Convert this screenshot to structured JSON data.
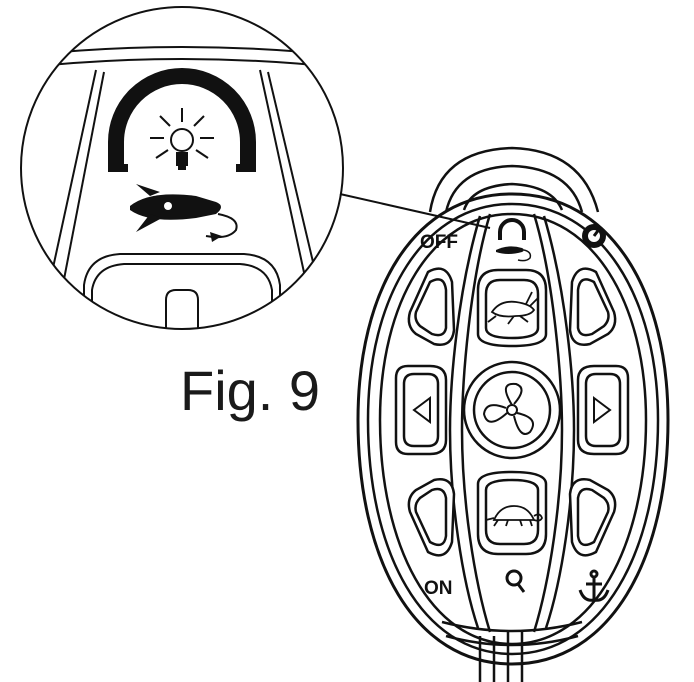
{
  "figure": {
    "caption": "Fig. 9"
  },
  "remote": {
    "labels": {
      "off": "OFF",
      "on": "ON"
    },
    "buttons": [
      {
        "id": "speed-light",
        "icon": "speedometer-light-rocket-icon"
      },
      {
        "id": "power-top-right",
        "icon": "power-dial-icon"
      },
      {
        "id": "fast",
        "icon": "rabbit-icon"
      },
      {
        "id": "slow",
        "icon": "turtle-icon"
      },
      {
        "id": "prop",
        "icon": "propeller-icon"
      },
      {
        "id": "left",
        "icon": "arrow-left-icon"
      },
      {
        "id": "right",
        "icon": "arrow-right-icon"
      },
      {
        "id": "upper-left",
        "icon": "blank"
      },
      {
        "id": "upper-right",
        "icon": "blank"
      },
      {
        "id": "lower-left",
        "icon": "blank"
      },
      {
        "id": "lower-right",
        "icon": "blank"
      },
      {
        "id": "search",
        "icon": "search-icon"
      },
      {
        "id": "anchor",
        "icon": "anchor-icon"
      }
    ]
  },
  "callout": {
    "icon": "speedometer-light-rocket-icon"
  },
  "colors": {
    "line": "#111111",
    "fill": "#ffffff"
  }
}
